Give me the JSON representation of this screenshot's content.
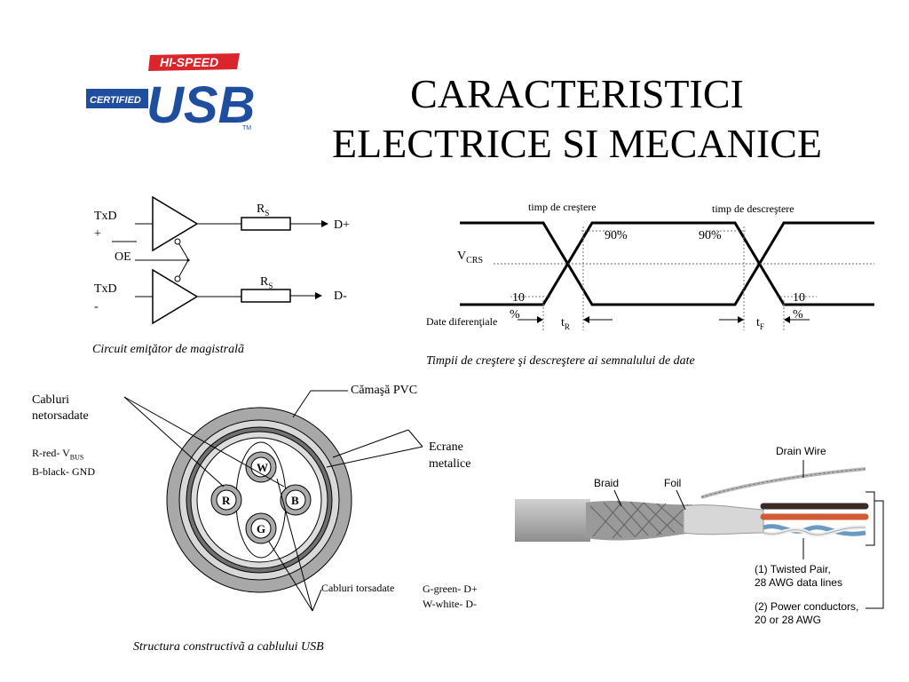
{
  "logo": {
    "top": "HI-SPEED",
    "left": "CERTIFIED",
    "main": "USB",
    "tm": "TM"
  },
  "title": {
    "line1": "CARACTERISTICI",
    "line2": "ELECTRICE SI MECANICE"
  },
  "circuit": {
    "txd_plus": "TxD",
    "plus": "+",
    "oe": "OE",
    "txd_minus": "TxD",
    "minus": "-",
    "rs": "R",
    "rs_sub": "S",
    "d_plus": "D+",
    "d_minus": "D-",
    "caption": "Circuit emiţător de magistralã"
  },
  "timing": {
    "rise_label": "timp de creştere",
    "fall_label": "timp de descreştere",
    "p90a": "90%",
    "p90b": "90%",
    "vcrs": "V",
    "vcrs_sub": "CRS",
    "p10a": "10",
    "p10a_pct": "%",
    "p10b": "10",
    "p10b_pct": "%",
    "date_dif": "Date diferenţiale",
    "tr": "t",
    "tr_sub": "R",
    "tf": "t",
    "tf_sub": "F",
    "caption": "Timpii de creştere şi descreştere ai semnalului de date"
  },
  "cable": {
    "untwisted1": "Cabluri",
    "untwisted2": "netorsadate",
    "rv": "R-red- V",
    "rv_sub": "BUS",
    "bgnd": "B-black- GND",
    "pvc": "Cămaşă PVC",
    "screens1": "Ecrane",
    "screens2": "metalice",
    "w": "W",
    "r": "R",
    "b": "B",
    "g": "G",
    "twisted": "Cabluri torsadate",
    "gd": "G-green- D+",
    "wd": "W-white- D-",
    "caption": "Structura constructivã a cablului USB"
  },
  "photo": {
    "drain": "Drain Wire",
    "braid": "Braid",
    "foil": "Foil",
    "tp1": "(1) Twisted Pair,",
    "tp2": "28 AWG data lines",
    "pc1": "(2) Power conductors,",
    "pc2": "20 or 28 AWG"
  },
  "colors": {
    "usb_blue": "#1f4e9e",
    "usb_red": "#d9252b",
    "sheath_grey": "#b5b5b5"
  }
}
